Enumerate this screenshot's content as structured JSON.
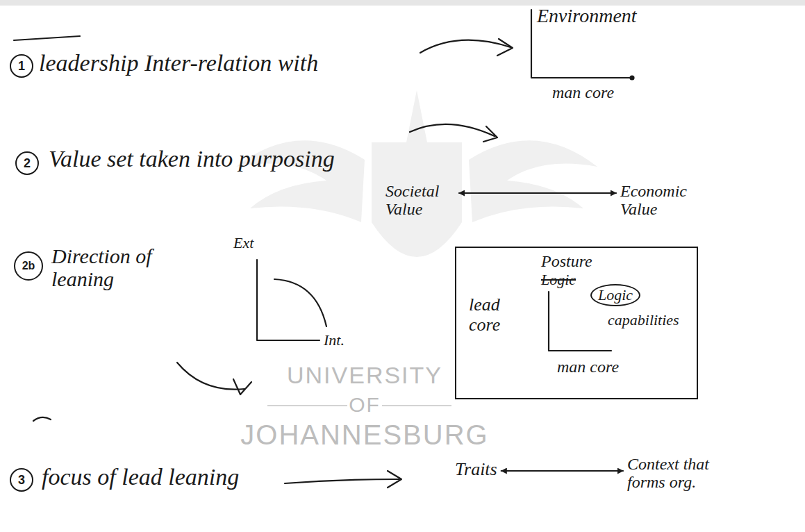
{
  "diagram": {
    "nodes": [
      {
        "text": [
          "Societal Value"
        ]
      },
      {
        "text": [
          "Economic Value"
        ]
      },
      {
        "text": [
          "lead core",
          "Posture",
          "Logic",
          "capabilities",
          "man core"
        ]
      },
      {
        "text": [
          "Logic"
        ],
        "in": 2
      },
      {
        "text": [
          "Traits"
        ]
      },
      {
        "text": [
          "Context that forms org."
        ]
      }
    ],
    "edges": [
      {
        "from": 0,
        "to": 1,
        "arrow": "both"
      },
      {
        "from": 4,
        "to": 5,
        "arrow": "both"
      }
    ],
    "labels": [
      "1",
      "leadership Inter-relation with",
      "Environment",
      "man core",
      "2",
      "Value set taken into purposing",
      "2b",
      "Direction of leaning",
      "Ext",
      "Int.",
      "3",
      "focus of lead leaning",
      "UNIVERSITY",
      "OF",
      "JOHANNESBURG"
    ]
  }
}
